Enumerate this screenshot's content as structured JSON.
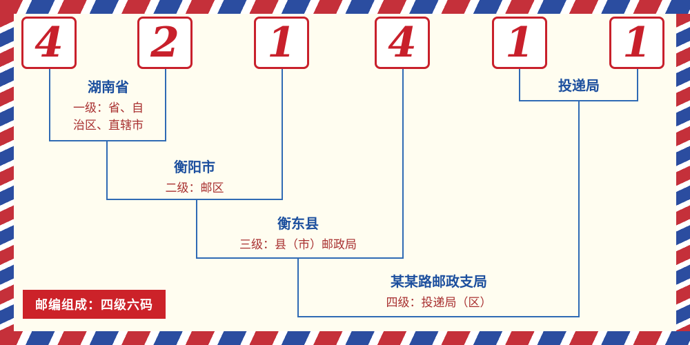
{
  "postal_code": {
    "digits": [
      "4",
      "2",
      "1",
      "4",
      "1",
      "1"
    ]
  },
  "labels": {
    "level1": {
      "name": "湖南省",
      "desc_line1": "一级：省、自",
      "desc_line2": "治区、直辖市"
    },
    "level2": {
      "name": "衡阳市",
      "desc": "二级：邮区"
    },
    "level3": {
      "name": "衡东县",
      "desc": "三级：县（市）邮政局"
    },
    "level4": {
      "name": "某某路邮政支局",
      "desc": "四级：投递局（区）"
    },
    "delivery": {
      "name": "投递局"
    }
  },
  "badge": {
    "text": "邮编组成：四级六码"
  },
  "colors": {
    "digit_red": "#c8202b",
    "line_blue": "#2f6ab4",
    "name_blue": "#1c4f9e",
    "desc_red": "#a83030",
    "badge_bg": "#cc2229",
    "border_red": "#c5303a",
    "border_blue": "#2b4da0",
    "background": "#fffdf0"
  }
}
